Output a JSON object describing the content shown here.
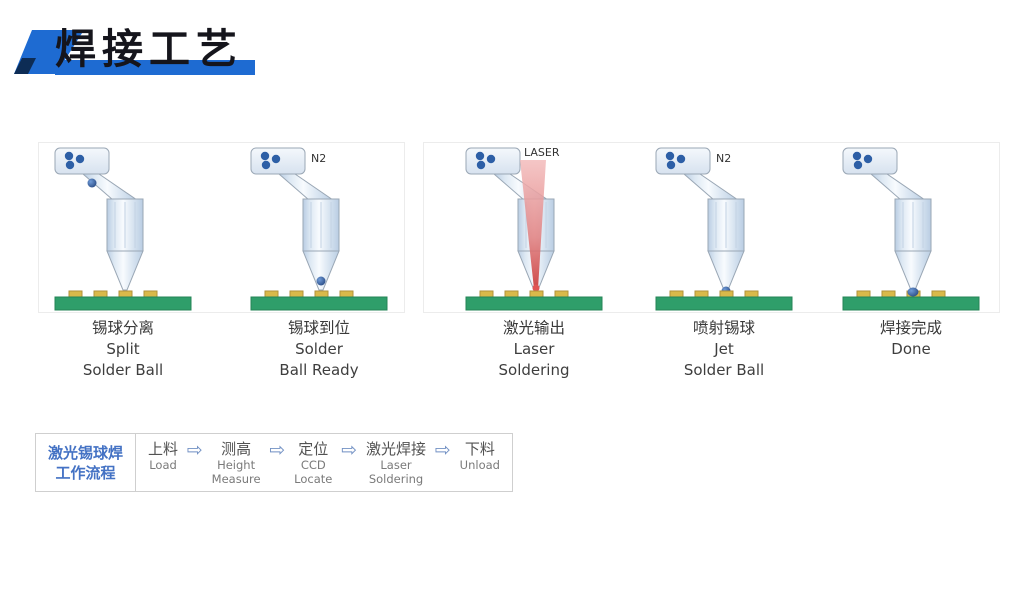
{
  "header": {
    "title": "焊接工艺"
  },
  "stages": [
    {
      "cn": "锡球分离",
      "en1": "Split",
      "en2": "Solder Ball",
      "tag": ""
    },
    {
      "cn": "锡球到位",
      "en1": "Solder",
      "en2": "Ball Ready",
      "tag": "N2"
    },
    {
      "cn": "激光输出",
      "en1": "Laser",
      "en2": "Soldering",
      "tag": "LASER"
    },
    {
      "cn": "喷射锡球",
      "en1": "Jet",
      "en2": "Solder Ball",
      "tag": "N2"
    },
    {
      "cn": "焊接完成",
      "en1": "Done",
      "en2": "",
      "tag": ""
    }
  ],
  "flow": {
    "title_line1": "激光锡球焊",
    "title_line2": "工作流程",
    "arrow_glyph": "⇨",
    "steps": [
      {
        "cn": "上料",
        "en": [
          "Load"
        ]
      },
      {
        "cn": "测高",
        "en": [
          "Height",
          "Measure"
        ]
      },
      {
        "cn": "定位",
        "en": [
          "CCD",
          "Locate"
        ]
      },
      {
        "cn": "激光焊接",
        "en": [
          "Laser",
          "Soldering"
        ]
      },
      {
        "cn": "下料",
        "en": [
          "Unload"
        ]
      }
    ]
  },
  "colors": {
    "accent_blue": "#1e6bd2",
    "logo_navy": "#0d2c55",
    "flow_blue": "#4472c4",
    "pcb_green": "#2f9e6a",
    "pad_gold": "#d9b94a",
    "ball_blue": "#2d5fa6",
    "laser_red": "#d94f4f"
  },
  "icons": {
    "logo": "blue-parallelogram-logo",
    "flow_arrow": "double-right-arrow",
    "reservoir_dots": "solder-ball-supply"
  }
}
